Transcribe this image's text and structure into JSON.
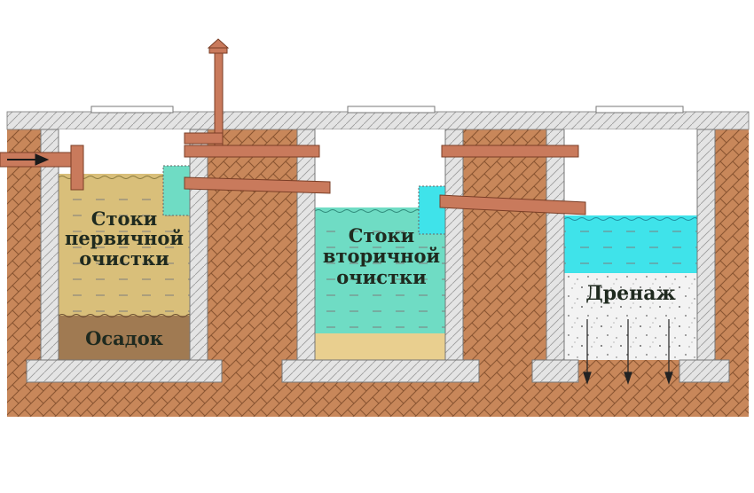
{
  "diagram": {
    "chamber1": {
      "line1": "Стоки",
      "line2": "первичной",
      "line3": "очистки",
      "sediment": "Осадок"
    },
    "chamber2": {
      "line1": "Стоки",
      "line2": "вторичной",
      "line3": "очистки"
    },
    "chamber3": {
      "label": "Дренаж"
    }
  },
  "colors": {
    "soil": "#c8875a",
    "concrete": "#e4e4e4",
    "pipe": "#c97a5c",
    "primary_effluent": "#d9bf7a",
    "sediment": "#a07a52",
    "secondary_effluent": "#6fdcc4",
    "drain_water": "#3fe3ea",
    "gravel": "#f3f3f3"
  }
}
